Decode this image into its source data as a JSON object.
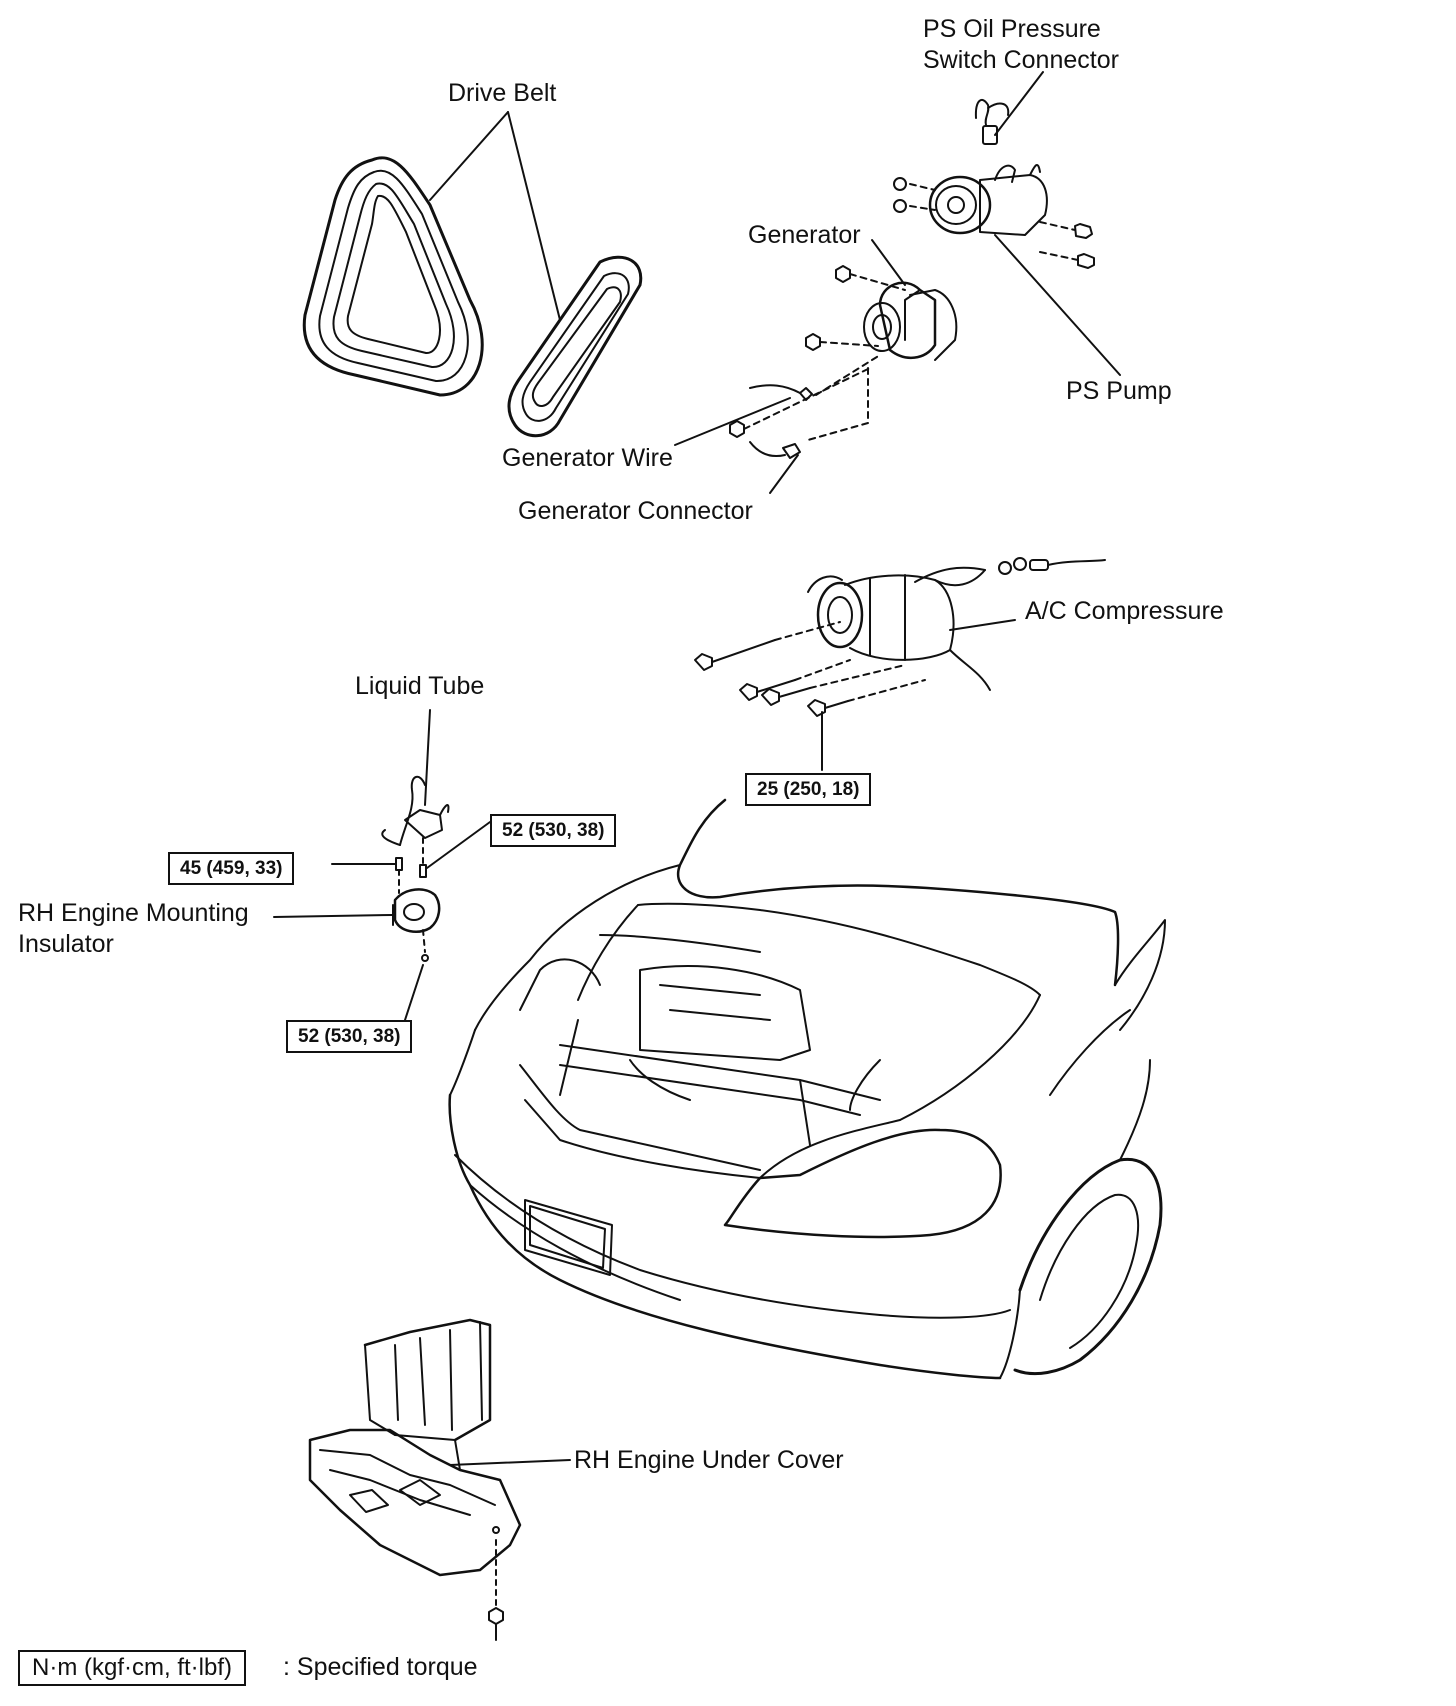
{
  "labels": {
    "ps_oil_pressure_switch_connector": [
      "PS Oil Pressure",
      "Switch Connector"
    ],
    "drive_belt": "Drive Belt",
    "generator": "Generator",
    "ps_pump": "PS Pump",
    "generator_wire": "Generator Wire",
    "generator_connector": "Generator Connector",
    "ac_compressure": "A/C Compressure",
    "liquid_tube": "Liquid Tube",
    "rh_engine_mounting_insulator": [
      "RH Engine Mounting",
      "Insulator"
    ],
    "rh_engine_under_cover": "RH Engine Under Cover"
  },
  "torque_specs": {
    "ac_compressor_bolt": "25 (250, 18)",
    "mount_upper_right": "52 (530, 38)",
    "mount_upper_left": "45 (459, 33)",
    "mount_lower": "52 (530, 38)"
  },
  "legend": {
    "unit_box": "N·m (kgf·cm, ft·lbf)",
    "description": ": Specified torque"
  }
}
